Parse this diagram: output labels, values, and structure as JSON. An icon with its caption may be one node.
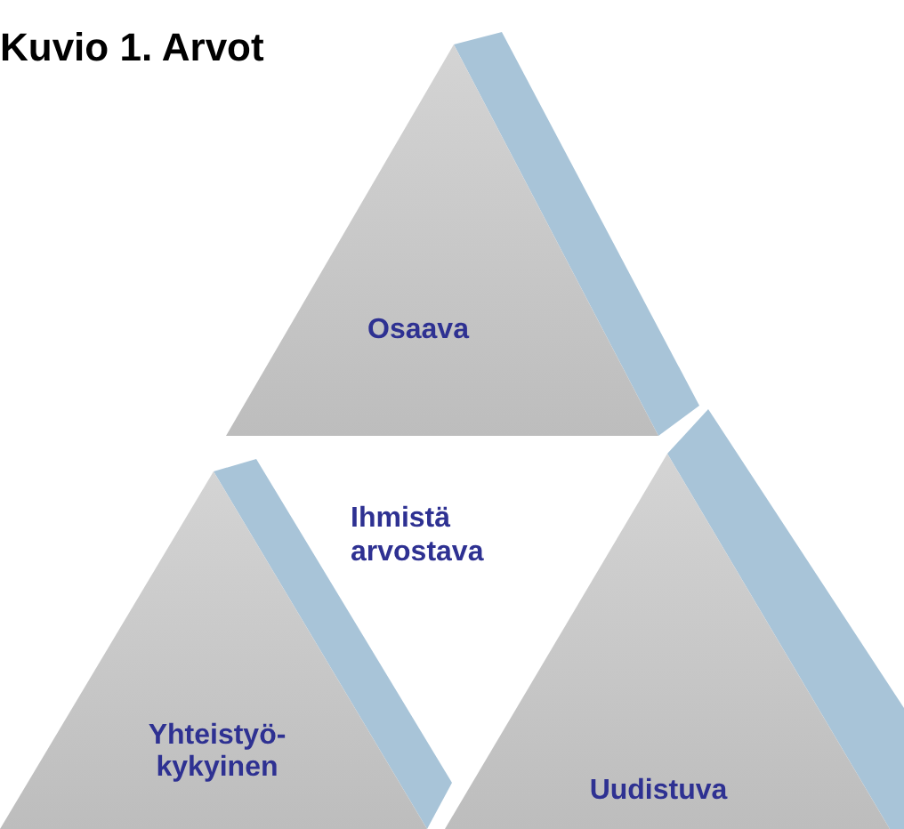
{
  "diagram": {
    "title": "Kuvio 1. Arvot",
    "nodes": [
      {
        "text": [
          "Osaava"
        ]
      },
      {
        "text": [
          "Yhteistyö- kykyinen"
        ]
      },
      {
        "text": [
          "Uudistuva"
        ]
      }
    ],
    "labels": [
      "Ihmistä arvostava"
    ]
  }
}
